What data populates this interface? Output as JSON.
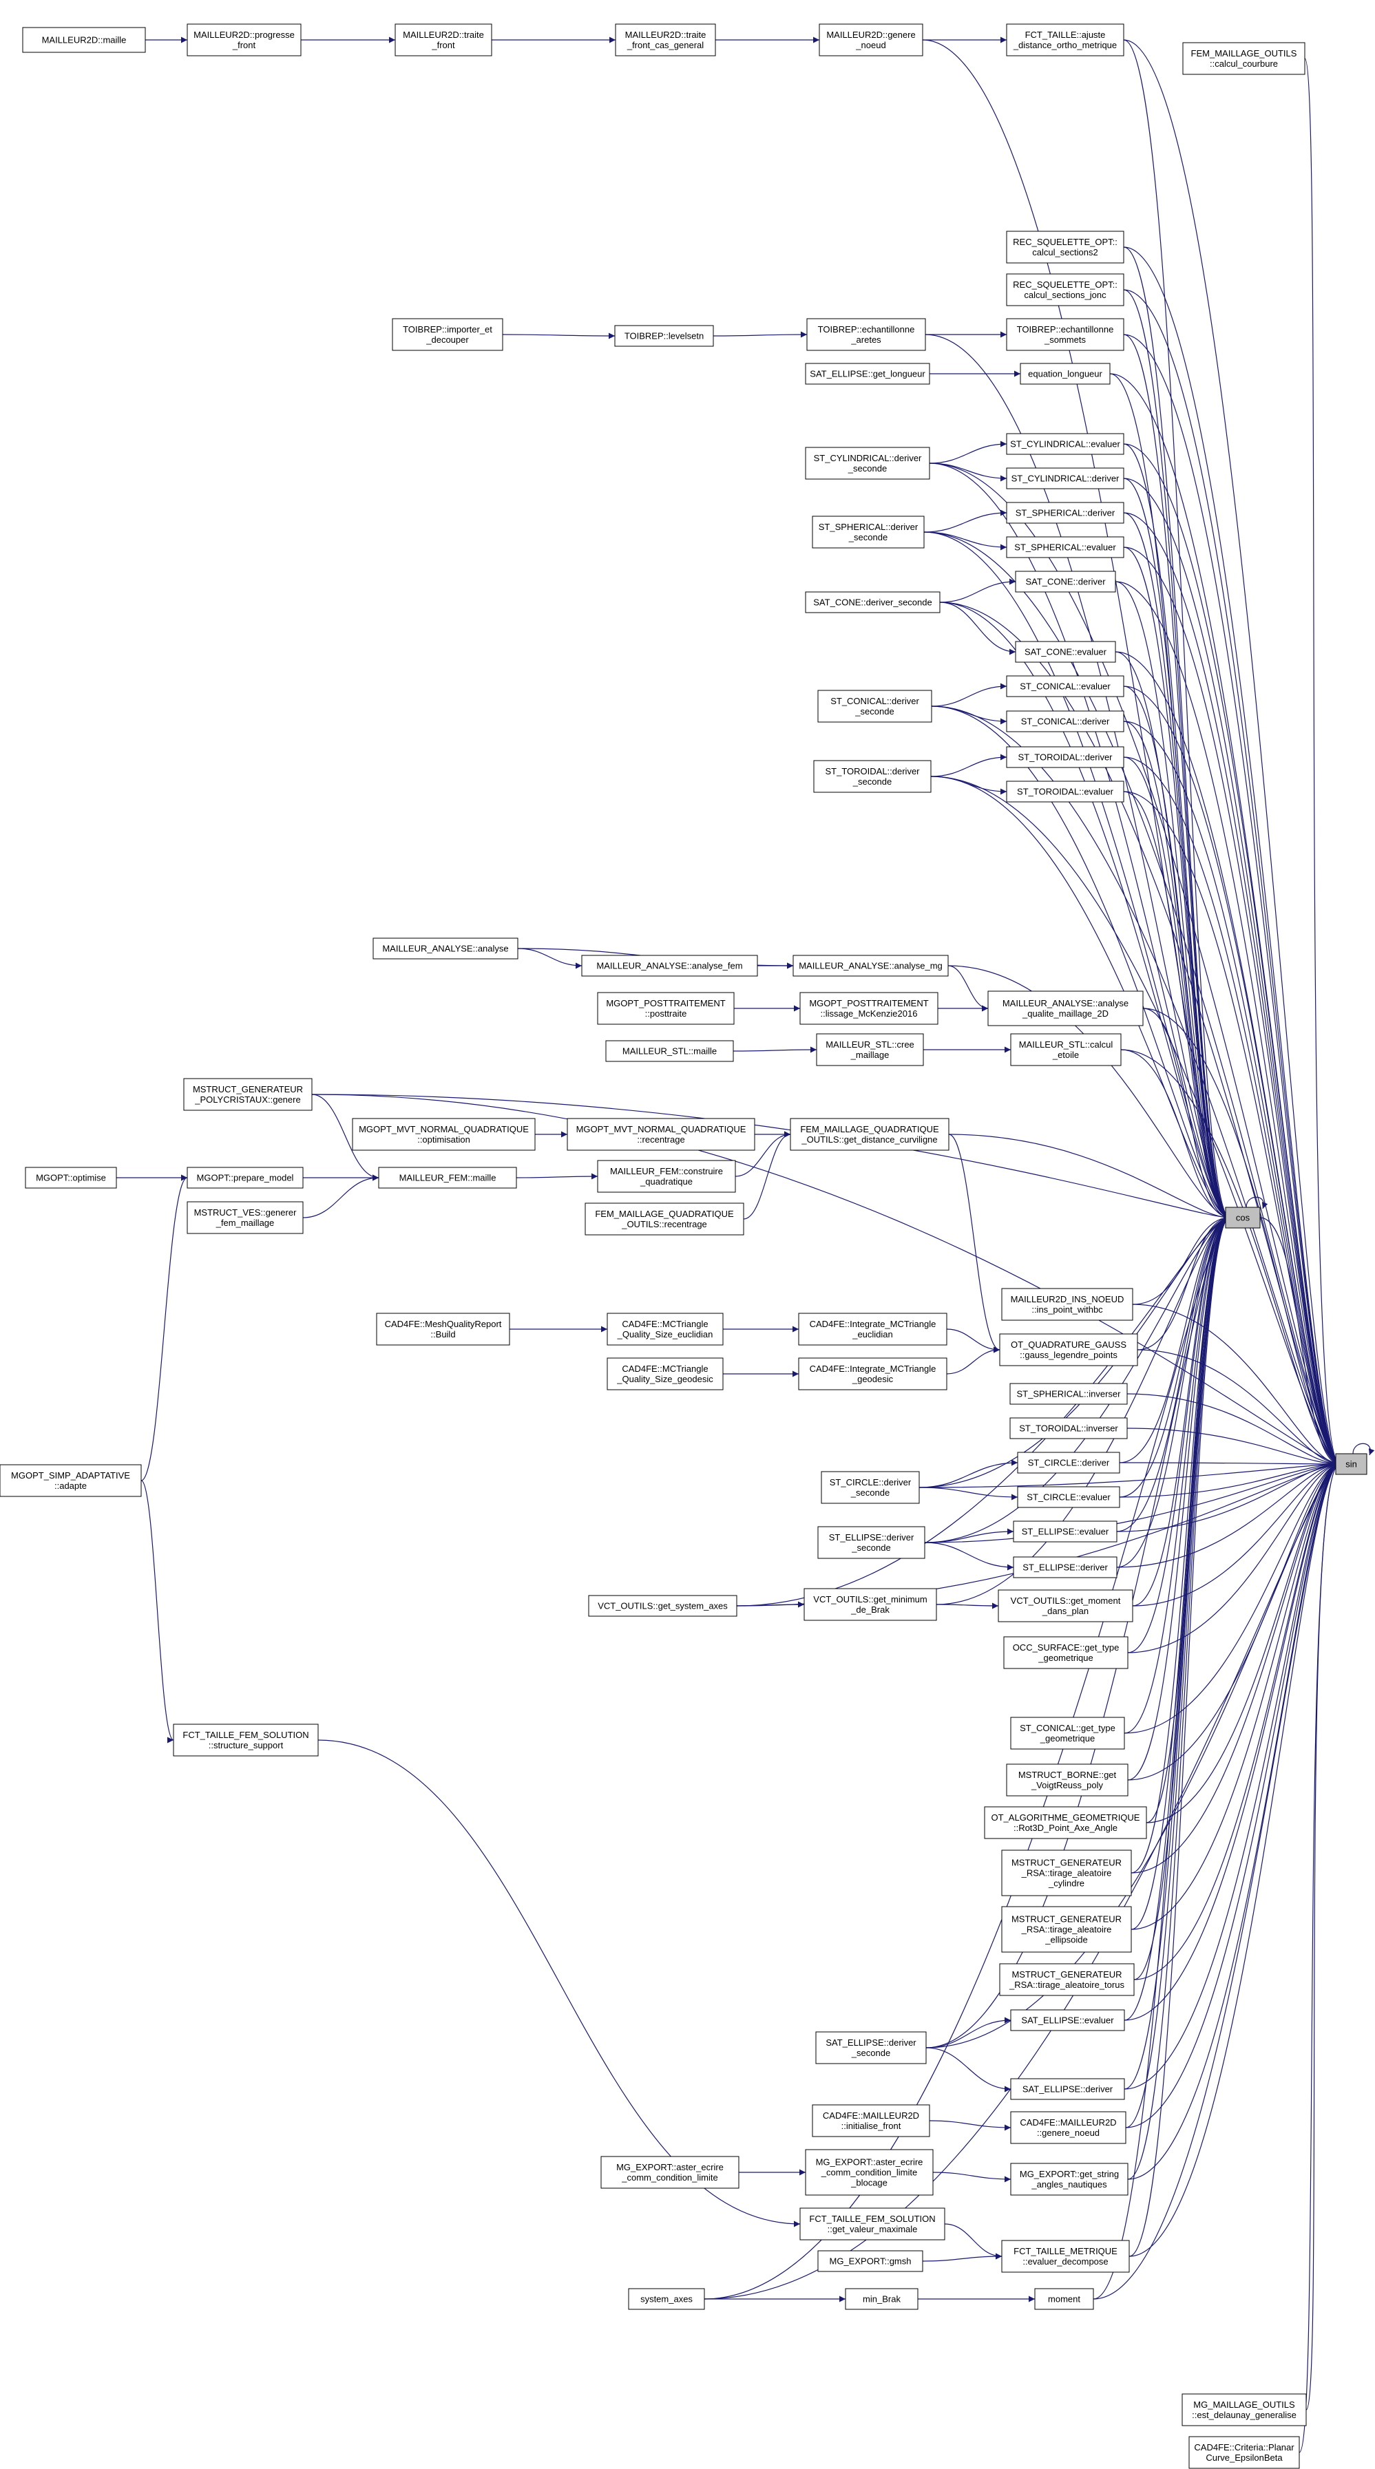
{
  "graph": {
    "title": "",
    "edge_color": "#191970",
    "node_fill": "#ffffff",
    "target_fill": "#bfbfbf",
    "node_border": "#000000",
    "targets": [
      "sin",
      "cos"
    ],
    "nodes": [
      {
        "id": "n1",
        "label": [
          "MAILLEUR2D::maille"
        ]
      },
      {
        "id": "n2",
        "label": [
          "MAILLEUR2D::progresse",
          "_front"
        ]
      },
      {
        "id": "n3",
        "label": [
          "MAILLEUR2D::traite",
          "_front"
        ]
      },
      {
        "id": "n4",
        "label": [
          "MAILLEUR2D::traite",
          "_front_cas_general"
        ]
      },
      {
        "id": "n5",
        "label": [
          "MAILLEUR2D::genere",
          "_noeud"
        ]
      },
      {
        "id": "n6",
        "label": [
          "FCT_TAILLE::ajuste",
          "_distance_ortho_metrique"
        ]
      },
      {
        "id": "n7",
        "label": [
          "FEM_MAILLAGE_OUTILS",
          "::calcul_courbure"
        ]
      },
      {
        "id": "n8",
        "label": [
          "REC_SQUELETTE_OPT::",
          "calcul_sections2"
        ]
      },
      {
        "id": "n9",
        "label": [
          "REC_SQUELETTE_OPT::",
          "calcul_sections_jonc"
        ]
      },
      {
        "id": "n10",
        "label": [
          "TOIBREP::importer_et",
          "_decouper"
        ]
      },
      {
        "id": "n11",
        "label": [
          "TOIBREP::levelsetn"
        ]
      },
      {
        "id": "n12",
        "label": [
          "TOIBREP::echantillonne",
          "_aretes"
        ]
      },
      {
        "id": "n13",
        "label": [
          "TOIBREP::echantillonne",
          "_sommets"
        ]
      },
      {
        "id": "n14",
        "label": [
          "SAT_ELLIPSE::get_longueur"
        ]
      },
      {
        "id": "n15",
        "label": [
          "equation_longueur"
        ]
      },
      {
        "id": "n16",
        "label": [
          "ST_CYLINDRICAL::deriver",
          "_seconde"
        ]
      },
      {
        "id": "n17",
        "label": [
          "ST_CYLINDRICAL::evaluer"
        ]
      },
      {
        "id": "n18",
        "label": [
          "ST_CYLINDRICAL::deriver"
        ]
      },
      {
        "id": "n19",
        "label": [
          "ST_SPHERICAL::deriver",
          "_seconde"
        ]
      },
      {
        "id": "n20",
        "label": [
          "ST_SPHERICAL::deriver"
        ]
      },
      {
        "id": "n21",
        "label": [
          "ST_SPHERICAL::evaluer"
        ]
      },
      {
        "id": "n22",
        "label": [
          "SAT_CONE::deriver_seconde"
        ]
      },
      {
        "id": "n23",
        "label": [
          "SAT_CONE::deriver"
        ]
      },
      {
        "id": "n24",
        "label": [
          "SAT_CONE::evaluer"
        ]
      },
      {
        "id": "n25",
        "label": [
          "ST_CONICAL::deriver",
          "_seconde"
        ]
      },
      {
        "id": "n26",
        "label": [
          "ST_CONICAL::evaluer"
        ]
      },
      {
        "id": "n27",
        "label": [
          "ST_CONICAL::deriver"
        ]
      },
      {
        "id": "n28",
        "label": [
          "ST_TOROIDAL::deriver",
          "_seconde"
        ]
      },
      {
        "id": "n29",
        "label": [
          "ST_TOROIDAL::deriver"
        ]
      },
      {
        "id": "n30",
        "label": [
          "ST_TOROIDAL::evaluer"
        ]
      },
      {
        "id": "n31",
        "label": [
          "MAILLEUR_ANALYSE::analyse"
        ]
      },
      {
        "id": "n32",
        "label": [
          "MAILLEUR_ANALYSE::analyse_fem"
        ]
      },
      {
        "id": "n33",
        "label": [
          "MAILLEUR_ANALYSE::analyse_mg"
        ]
      },
      {
        "id": "n34",
        "label": [
          "MGOPT_POSTTRAITEMENT",
          "::posttraite"
        ]
      },
      {
        "id": "n35",
        "label": [
          "MGOPT_POSTTRAITEMENT",
          "::lissage_McKenzie2016"
        ]
      },
      {
        "id": "n36",
        "label": [
          "MAILLEUR_ANALYSE::analyse",
          "_qualite_maillage_2D"
        ]
      },
      {
        "id": "n37",
        "label": [
          "MAILLEUR_STL::maille"
        ]
      },
      {
        "id": "n38",
        "label": [
          "MAILLEUR_STL::cree",
          "_maillage"
        ]
      },
      {
        "id": "n39",
        "label": [
          "MAILLEUR_STL::calcul",
          "_etoile"
        ]
      },
      {
        "id": "n40",
        "label": [
          "MSTRUCT_GENERATEUR",
          "_POLYCRISTAUX::genere"
        ]
      },
      {
        "id": "n41",
        "label": [
          "MGOPT_MVT_NORMAL_QUADRATIQUE",
          "::optimisation"
        ]
      },
      {
        "id": "n42",
        "label": [
          "MGOPT_MVT_NORMAL_QUADRATIQUE",
          "::recentrage"
        ]
      },
      {
        "id": "n43",
        "label": [
          "FEM_MAILLAGE_QUADRATIQUE",
          "_OUTILS::get_distance_curviligne"
        ]
      },
      {
        "id": "n44",
        "label": [
          "MGOPT::optimise"
        ]
      },
      {
        "id": "n45",
        "label": [
          "MGOPT::prepare_model"
        ]
      },
      {
        "id": "n46",
        "label": [
          "MAILLEUR_FEM::maille"
        ]
      },
      {
        "id": "n47",
        "label": [
          "MAILLEUR_FEM::construire",
          "_quadratique"
        ]
      },
      {
        "id": "n48",
        "label": [
          "MSTRUCT_VES::generer",
          "_fem_maillage"
        ]
      },
      {
        "id": "n49",
        "label": [
          "FEM_MAILLAGE_QUADRATIQUE",
          "_OUTILS::recentrage"
        ]
      },
      {
        "id": "cos",
        "label": [
          "cos"
        ]
      },
      {
        "id": "n51",
        "label": [
          "MAILLEUR2D_INS_NOEUD",
          "::ins_point_withbc"
        ]
      },
      {
        "id": "n52",
        "label": [
          "CAD4FE::MeshQualityReport",
          "::Build"
        ]
      },
      {
        "id": "n53",
        "label": [
          "CAD4FE::MCTriangle",
          "_Quality_Size_euclidian"
        ]
      },
      {
        "id": "n54",
        "label": [
          "CAD4FE::Integrate_MCTriangle",
          "_euclidian"
        ]
      },
      {
        "id": "n55",
        "label": [
          "OT_QUADRATURE_GAUSS",
          "::gauss_legendre_points"
        ]
      },
      {
        "id": "n56",
        "label": [
          "CAD4FE::MCTriangle",
          "_Quality_Size_geodesic"
        ]
      },
      {
        "id": "n57",
        "label": [
          "CAD4FE::Integrate_MCTriangle",
          "_geodesic"
        ]
      },
      {
        "id": "n58",
        "label": [
          "ST_SPHERICAL::inverser"
        ]
      },
      {
        "id": "n59",
        "label": [
          "ST_TOROIDAL::inverser"
        ]
      },
      {
        "id": "n60",
        "label": [
          "MGOPT_SIMP_ADAPTATIVE",
          "::adapte"
        ]
      },
      {
        "id": "n61",
        "label": [
          "ST_CIRCLE::deriver",
          "_seconde"
        ]
      },
      {
        "id": "n62",
        "label": [
          "ST_CIRCLE::deriver"
        ]
      },
      {
        "id": "n63",
        "label": [
          "ST_CIRCLE::evaluer"
        ]
      },
      {
        "id": "sin",
        "label": [
          "sin"
        ]
      },
      {
        "id": "n65",
        "label": [
          "ST_ELLIPSE::deriver",
          "_seconde"
        ]
      },
      {
        "id": "n66",
        "label": [
          "ST_ELLIPSE::evaluer"
        ]
      },
      {
        "id": "n67",
        "label": [
          "ST_ELLIPSE::deriver"
        ]
      },
      {
        "id": "n68",
        "label": [
          "VCT_OUTILS::get_system_axes"
        ]
      },
      {
        "id": "n69",
        "label": [
          "VCT_OUTILS::get_minimum",
          "_de_Brak"
        ]
      },
      {
        "id": "n70",
        "label": [
          "VCT_OUTILS::get_moment",
          "_dans_plan"
        ]
      },
      {
        "id": "n71",
        "label": [
          "OCC_SURFACE::get_type",
          "_geometrique"
        ]
      },
      {
        "id": "n72",
        "label": [
          "FCT_TAILLE_FEM_SOLUTION",
          "::structure_support"
        ]
      },
      {
        "id": "n73",
        "label": [
          "ST_CONICAL::get_type",
          "_geometrique"
        ]
      },
      {
        "id": "n74",
        "label": [
          "MSTRUCT_BORNE::get",
          "_VoigtReuss_poly"
        ]
      },
      {
        "id": "n75",
        "label": [
          "OT_ALGORITHME_GEOMETRIQUE",
          "::Rot3D_Point_Axe_Angle"
        ]
      },
      {
        "id": "n76",
        "label": [
          "MSTRUCT_GENERATEUR",
          "_RSA::tirage_aleatoire",
          "_cylindre"
        ]
      },
      {
        "id": "n77",
        "label": [
          "MSTRUCT_GENERATEUR",
          "_RSA::tirage_aleatoire",
          "_ellipsoide"
        ]
      },
      {
        "id": "n78",
        "label": [
          "MSTRUCT_GENERATEUR",
          "_RSA::tirage_aleatoire_torus"
        ]
      },
      {
        "id": "n79",
        "label": [
          "SAT_ELLIPSE::evaluer"
        ]
      },
      {
        "id": "n80",
        "label": [
          "SAT_ELLIPSE::deriver",
          "_seconde"
        ]
      },
      {
        "id": "n81",
        "label": [
          "SAT_ELLIPSE::deriver"
        ]
      },
      {
        "id": "n82",
        "label": [
          "CAD4FE::MAILLEUR2D",
          "::initialise_front"
        ]
      },
      {
        "id": "n83",
        "label": [
          "CAD4FE::MAILLEUR2D",
          "::genere_noeud"
        ]
      },
      {
        "id": "n84",
        "label": [
          "MG_EXPORT::aster_ecrire",
          "_comm_condition_limite"
        ]
      },
      {
        "id": "n85",
        "label": [
          "MG_EXPORT::aster_ecrire",
          "_comm_condition_limite",
          "_blocage"
        ]
      },
      {
        "id": "n86",
        "label": [
          "MG_EXPORT::get_string",
          "_angles_nautiques"
        ]
      },
      {
        "id": "n87",
        "label": [
          "FCT_TAILLE_FEM_SOLUTION",
          "::get_valeur_maximale"
        ]
      },
      {
        "id": "n88",
        "label": [
          "MG_EXPORT::gmsh"
        ]
      },
      {
        "id": "n89",
        "label": [
          "FCT_TAILLE_METRIQUE",
          "::evaluer_decompose"
        ]
      },
      {
        "id": "n90",
        "label": [
          "system_axes"
        ]
      },
      {
        "id": "n91",
        "label": [
          "min_Brak"
        ]
      },
      {
        "id": "n92",
        "label": [
          "moment"
        ]
      },
      {
        "id": "n93",
        "label": [
          "MG_MAILLAGE_OUTILS",
          "::est_delaunay_generalise"
        ]
      },
      {
        "id": "n94",
        "label": [
          "CAD4FE::Criteria::Planar",
          "Curve_EpsilonBeta"
        ]
      }
    ]
  }
}
